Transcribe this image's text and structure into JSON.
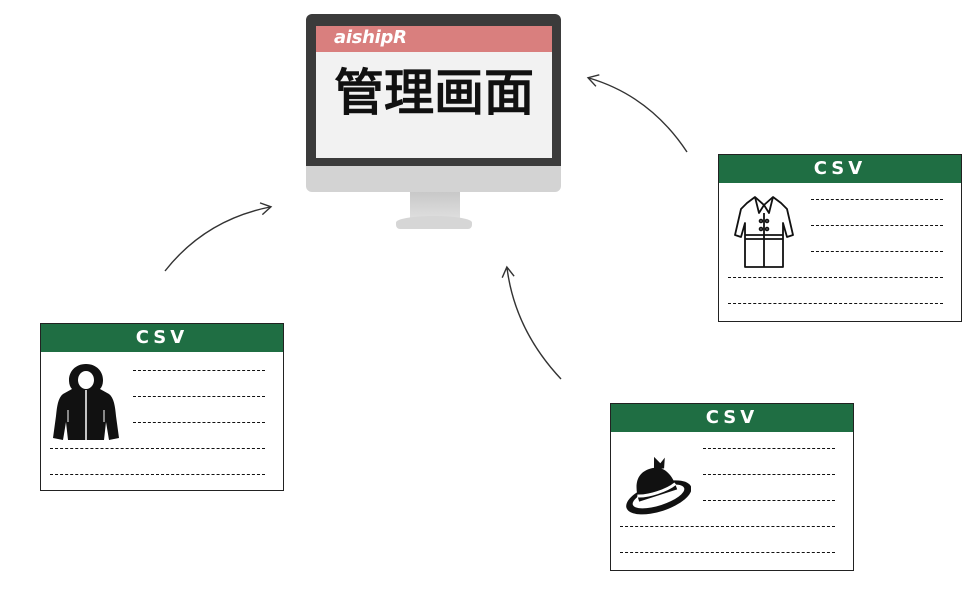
{
  "monitor": {
    "brand": "aishipR",
    "screen_title": "管理画面"
  },
  "cards": [
    {
      "header": "CSV",
      "icon": "hooded-jacket-icon"
    },
    {
      "header": "CSV",
      "icon": "trench-coat-icon"
    },
    {
      "header": "CSV",
      "icon": "hat-icon"
    }
  ],
  "colors": {
    "card_header": "#1f6e43",
    "screen_header": "#d97f7e",
    "bezel": "#3b3b3b"
  }
}
